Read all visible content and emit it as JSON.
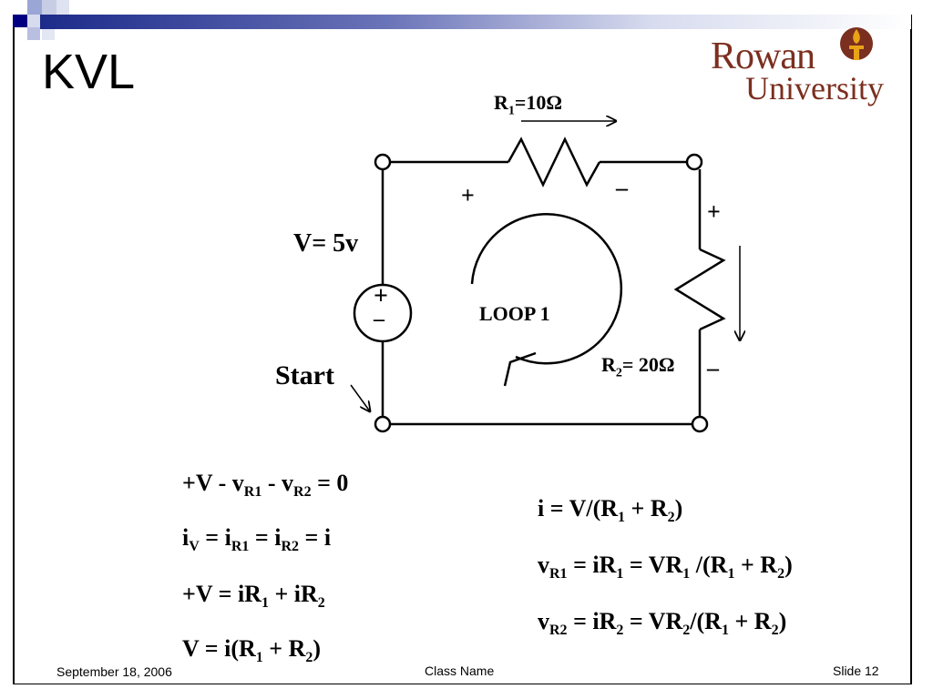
{
  "slide": {
    "title": "KVL",
    "logo_top": "Rowan",
    "logo_bottom": "University",
    "footer_date": "September 18, 2006",
    "footer_class": "Class Name",
    "footer_slide": "Slide 12"
  },
  "circuit": {
    "r1_sym": "R",
    "r1_sub": "1",
    "r1_val": "=10Ω",
    "r2_sym": "R",
    "r2_sub": "2",
    "r2_val": "= 20Ω",
    "source_label": "V= 5v",
    "loop_label": "LOOP 1",
    "start_label": "Start",
    "plus": "+",
    "minus": "–"
  },
  "equations_left": [
    {
      "parts": [
        "+V - v",
        "R1",
        " - v",
        "R2",
        " = 0"
      ]
    },
    {
      "parts": [
        "i",
        "V",
        " = i",
        "R1",
        " = i",
        "R2",
        " = i"
      ]
    },
    {
      "parts": [
        "+V = iR",
        "1",
        " + iR",
        "2",
        ""
      ]
    },
    {
      "parts": [
        "V = i(R",
        "1",
        " + R",
        "2",
        ")"
      ]
    }
  ],
  "equations_right": [
    {
      "parts": [
        "i = V/(R",
        "1",
        " + R",
        "2",
        ")"
      ]
    },
    {
      "parts": [
        "v",
        "R1",
        " = iR",
        "1",
        " = VR",
        "1",
        " /(R",
        "1",
        " + R",
        "2",
        ")"
      ]
    },
    {
      "parts": [
        "v",
        "R2",
        " = iR",
        "2",
        " = VR",
        "2",
        "/(R",
        "1",
        " + R",
        "2",
        ")"
      ]
    }
  ]
}
